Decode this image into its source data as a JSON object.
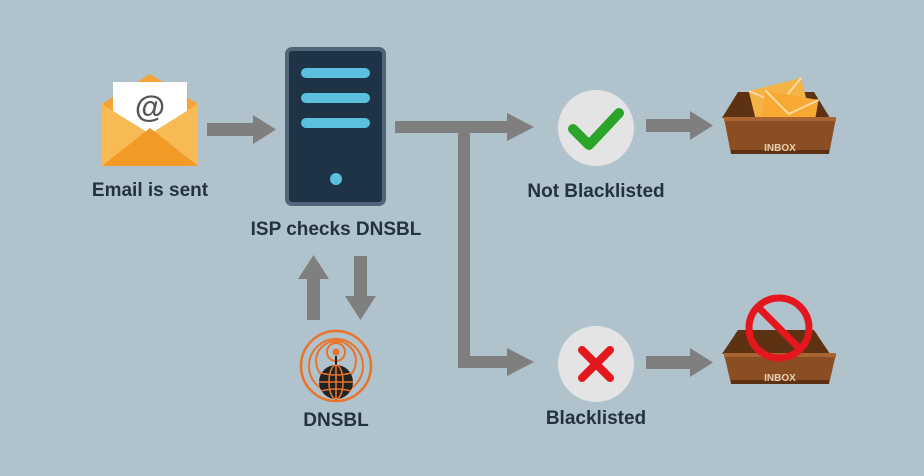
{
  "labels": {
    "email_sent": "Email is sent",
    "isp_checks": "ISP checks DNSBL",
    "dnsbl": "DNSBL",
    "not_blacklisted": "Not Blacklisted",
    "blacklisted": "Blacklisted"
  },
  "inbox_text": "INBOX",
  "envelope_symbol": "@",
  "icons": {
    "email": "envelope-at-icon",
    "server": "server-icon",
    "dnsbl": "globe-signal-icon",
    "ok": "checkmark-icon",
    "fail": "x-icon",
    "inbox_full": "inbox-tray-icon",
    "inbox_blocked": "no-entry-icon"
  },
  "colors": {
    "background": "#b0c2cb",
    "arrow": "#7f7f7f",
    "text": "#23323f",
    "server": "#1f3347",
    "server_accent": "#5bc0de",
    "check": "#2aa52a",
    "cross": "#e3171d",
    "orange": "#f4a334",
    "inbox": "#8b4e22",
    "globe": "#e8732a"
  }
}
